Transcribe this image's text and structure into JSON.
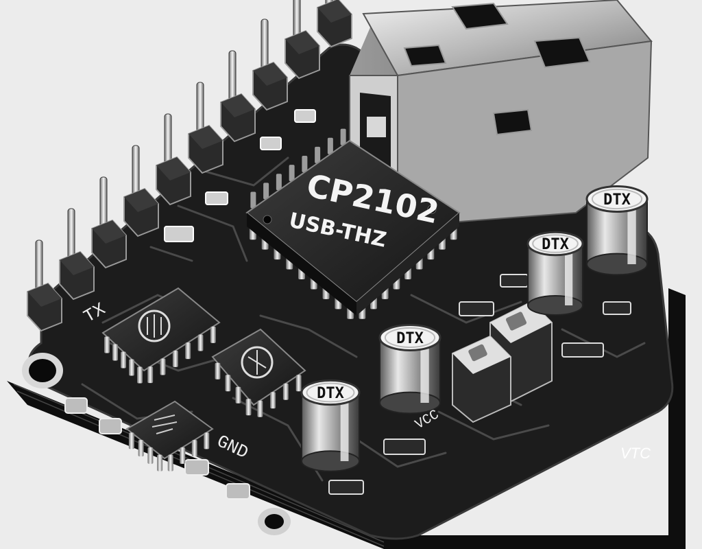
{
  "main_chip": {
    "line1": "CP2102",
    "line2": "USB-THZ"
  },
  "capacitors": {
    "label": "DTX"
  },
  "silkscreen": {
    "gnd": "GND",
    "tx": "TX",
    "vcc": "VCC"
  },
  "overlay": {
    "vtc": "VTC"
  },
  "colors": {
    "background": "#ececec",
    "pcb": "#1c1c1c",
    "metal": "#c8c8c8",
    "silk": "#ededed"
  },
  "icons": [
    "usb-a-connector-icon",
    "pin-header-icon",
    "ic-chip-icon",
    "electrolytic-capacitor-icon"
  ]
}
